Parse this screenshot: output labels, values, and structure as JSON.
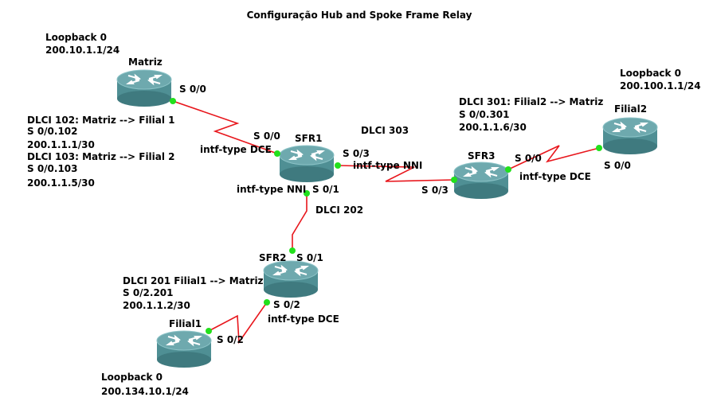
{
  "title": "Configuração Hub and Spoke Frame Relay",
  "colors": {
    "link": "#e8161c",
    "port": "#22e01c",
    "router_body": "#4f8f94",
    "router_top": "#6ea9ae"
  },
  "routers": {
    "matriz": {
      "name": "Matriz",
      "icon": "router-icon"
    },
    "sfr1": {
      "name": "SFR1",
      "icon": "router-icon"
    },
    "sfr2": {
      "name": "SFR2",
      "icon": "router-icon"
    },
    "sfr3": {
      "name": "SFR3",
      "icon": "router-icon"
    },
    "filial1": {
      "name": "Filial1",
      "icon": "router-icon"
    },
    "filial2": {
      "name": "Filial2",
      "icon": "router-icon"
    }
  },
  "notes": {
    "matriz_loopback": [
      "Loopback 0",
      "200.10.1.1/24"
    ],
    "matriz_dlci": [
      "DLCI 102: Matriz --> Filial 1",
      "S 0/0.102",
      "200.1.1.1/30",
      "DLCI 103: Matriz --> Filial 2",
      "S 0/0.103",
      "200.1.1.5/30"
    ],
    "filial2_loopback": [
      "Loopback 0",
      "200.100.1.1/24"
    ],
    "filial2_dlci": [
      "DLCI 301: Filial2 --> Matriz",
      "S 0/0.301",
      "200.1.1.6/30"
    ],
    "filial1_dlci": [
      "DLCI 201 Filial1 --> Matriz",
      "S 0/2.201",
      "200.1.1.2/30"
    ],
    "filial1_loopback": [
      "Loopback 0",
      "200.134.10.1/24"
    ]
  },
  "labels": {
    "matriz_port": "S 0/0",
    "sfr1_port_matriz": "S 0/0",
    "intf_dce_sfr1": "intf-type DCE",
    "sfr1_port_sfr3": "S 0/3",
    "intf_nni_sfr1_sfr3": "intf-type NNI",
    "dlci_303": "DLCI 303",
    "intf_nni_sfr1_sfr2": "intf-type NNI",
    "sfr1_port_sfr2": "S 0/1",
    "dlci_202": "DLCI 202",
    "sfr2_port_sfr1": "S 0/1",
    "sfr2_port_filial1": "S 0/2",
    "intf_dce_sfr2": "intf-type DCE",
    "filial1_port": "S 0/2",
    "sfr3_port_sfr1": "S 0/3",
    "sfr3_port_filial2": "S 0/0",
    "intf_dce_sfr3": "intf-type DCE",
    "filial2_port": "S 0/0"
  }
}
